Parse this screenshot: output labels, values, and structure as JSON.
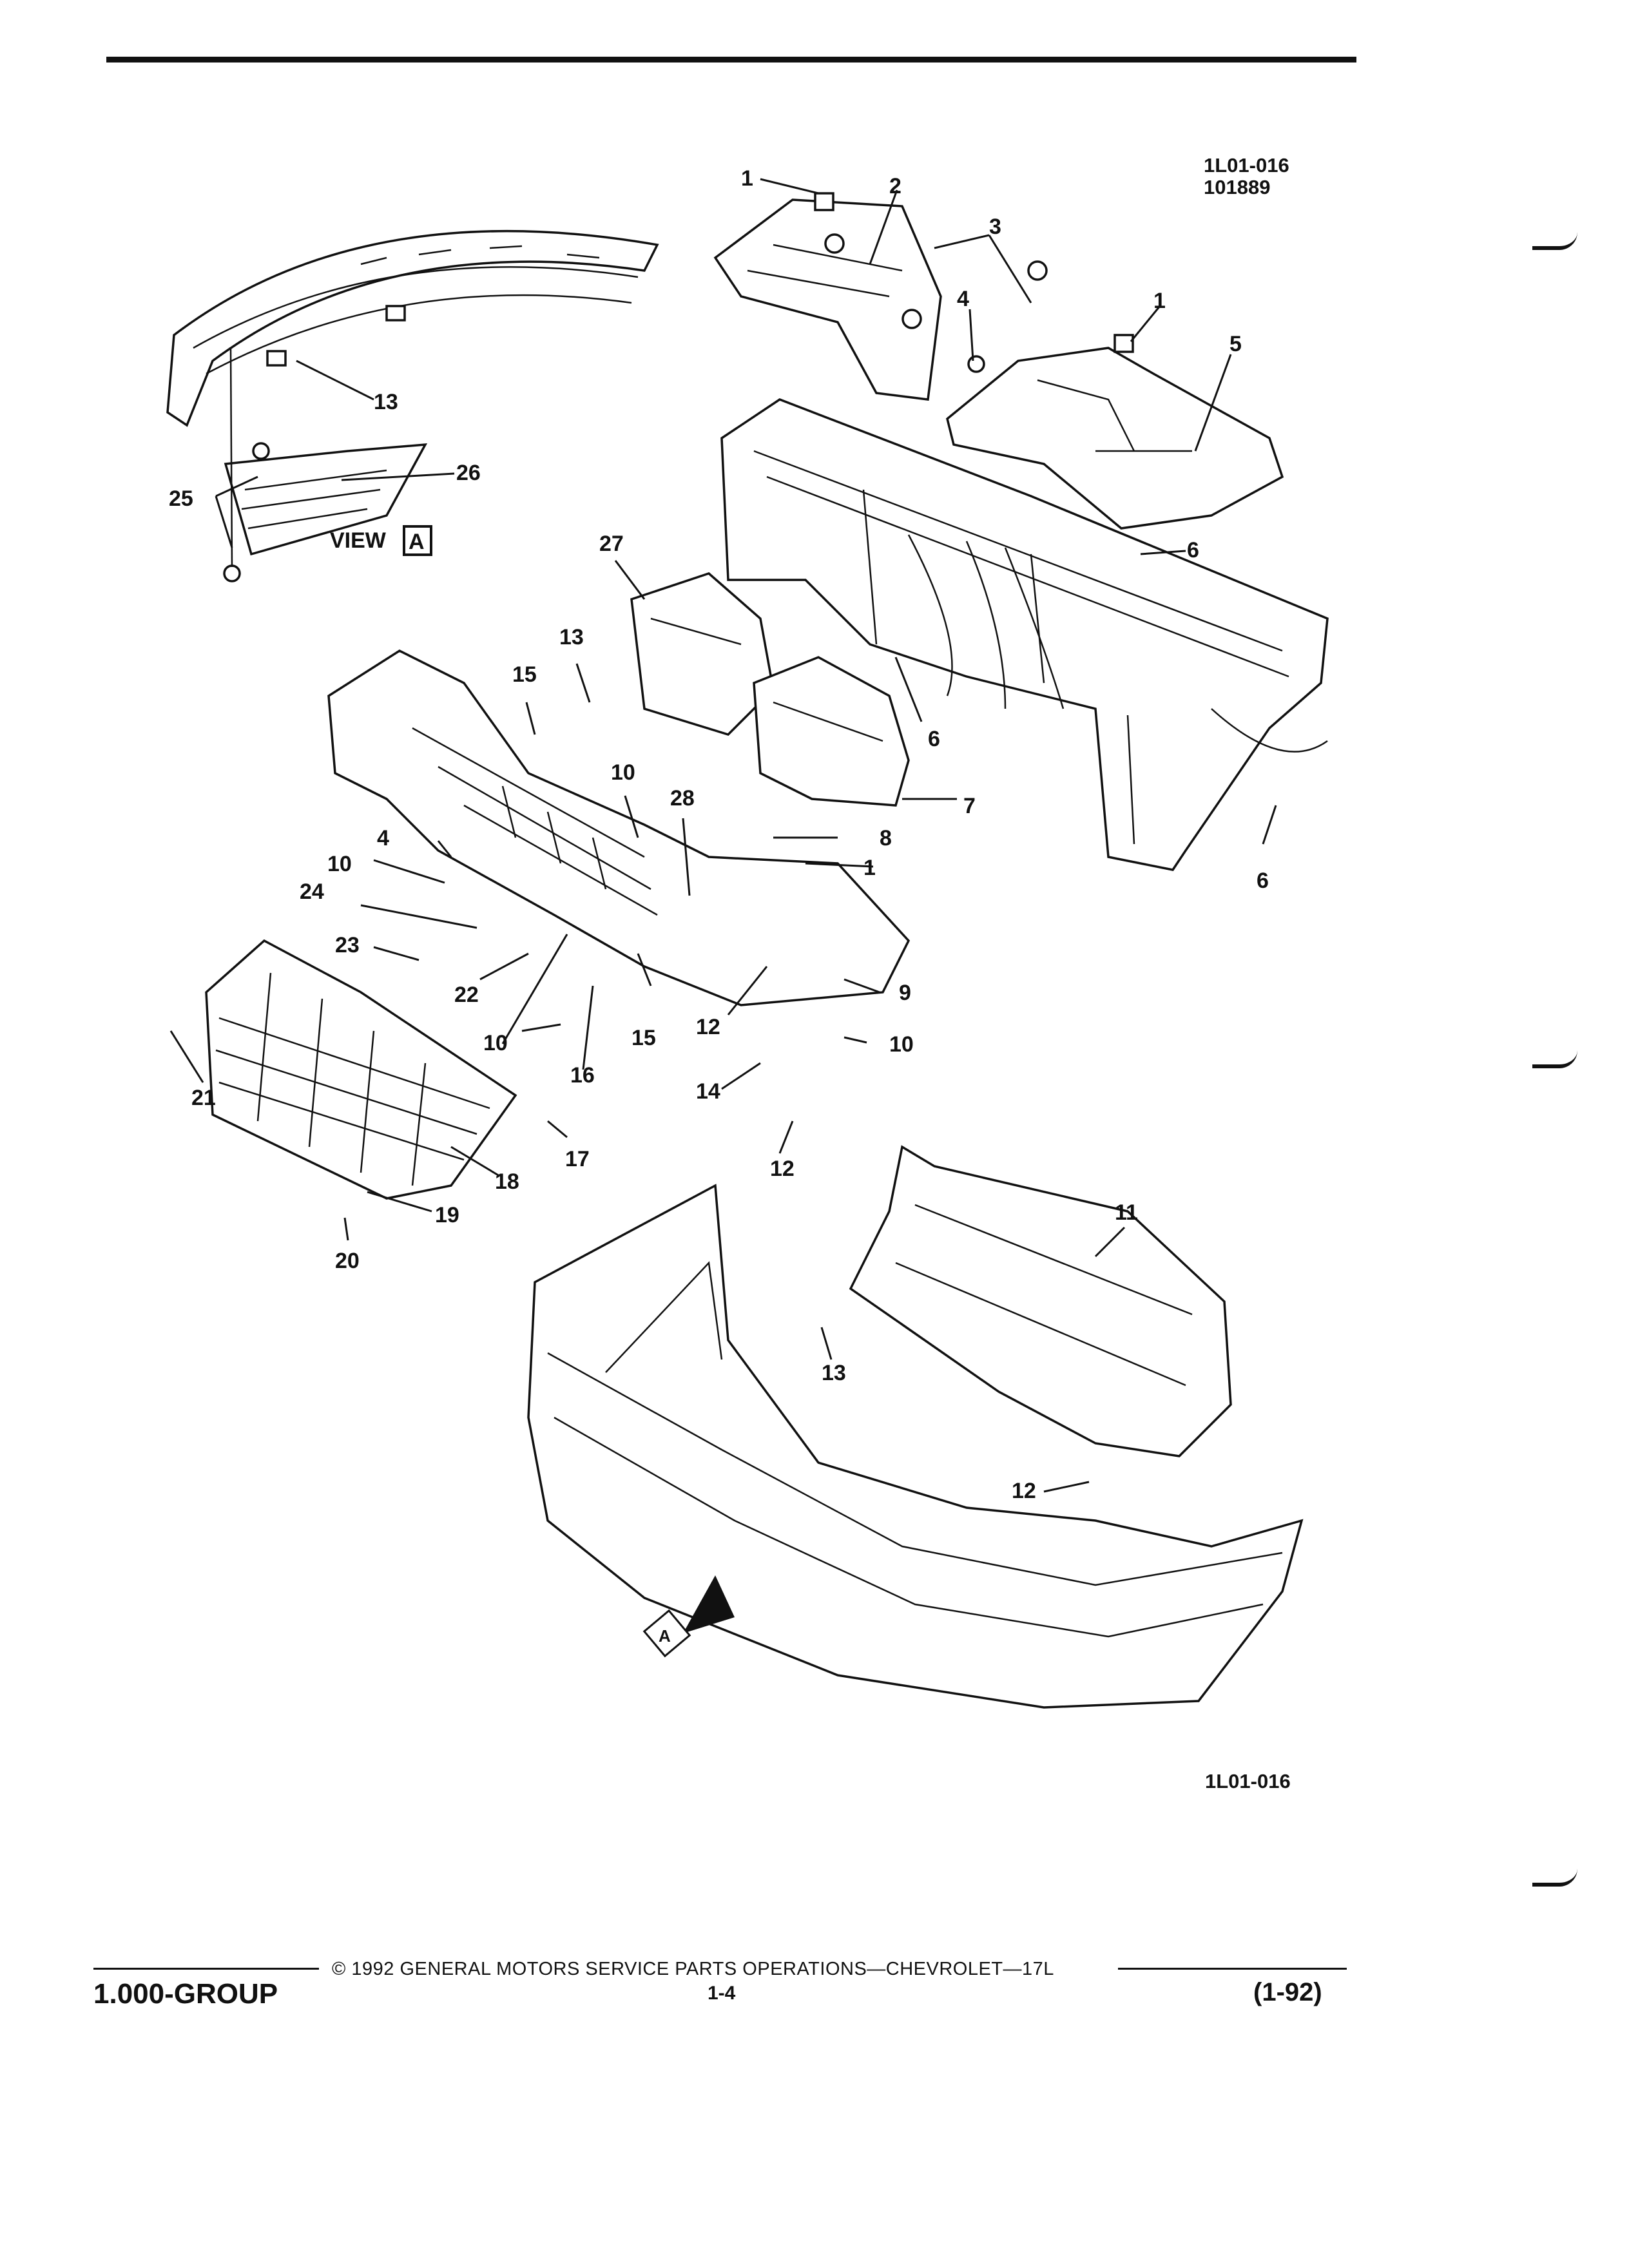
{
  "header": {
    "code_top": "1L01-016",
    "date_code": "101889",
    "code_bottom": "1L01-016"
  },
  "view_label": "VIEW",
  "view_letter": "A",
  "arrow_letter": "A",
  "callouts": {
    "c1a": "1",
    "c2": "2",
    "c3": "3",
    "c4a": "4",
    "c1b": "1",
    "c5": "5",
    "c13a": "13",
    "c26": "26",
    "c25": "25",
    "c27": "27",
    "c6a": "6",
    "c13b": "13",
    "c15a": "15",
    "c6b": "6",
    "c7": "7",
    "c10a": "10",
    "c28": "28",
    "c8": "8",
    "c6c": "6",
    "c4b": "4",
    "c1c": "1",
    "c10b": "10",
    "c24": "24",
    "c23": "23",
    "c22": "22",
    "c9": "9",
    "c10c": "10",
    "c15b": "15",
    "c12a": "12",
    "c10d": "10",
    "c16": "16",
    "c21": "21",
    "c14": "14",
    "c17": "17",
    "c18": "18",
    "c12b": "12",
    "c19": "19",
    "c20": "20",
    "c11": "11",
    "c13c": "13",
    "c12c": "12"
  },
  "footer": {
    "copyright": "© 1992 GENERAL MOTORS SERVICE PARTS OPERATIONS—CHEVROLET—17L",
    "group": "1.000-GROUP",
    "page": "1-4",
    "revision": "(1-92)"
  }
}
